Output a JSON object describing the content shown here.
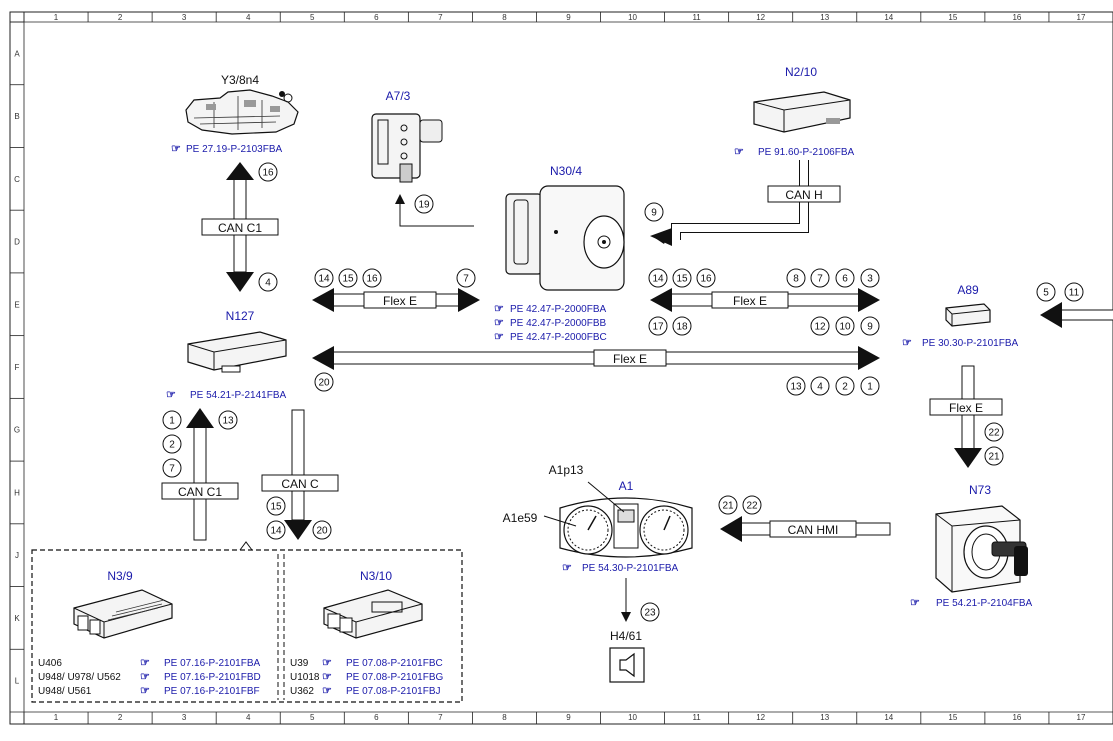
{
  "frame": {
    "columns": [
      "1",
      "2",
      "3",
      "4",
      "5",
      "6",
      "7",
      "8",
      "9",
      "10",
      "11",
      "12",
      "13",
      "14",
      "15",
      "16",
      "17"
    ],
    "rows": [
      "A",
      "B",
      "C",
      "D",
      "E",
      "F",
      "G",
      "H",
      "J",
      "K",
      "L"
    ]
  },
  "components": {
    "y3_8n4": {
      "label": "Y3/8n4",
      "ref": "PE 27.19-P-2103FBA"
    },
    "a7_3": {
      "label": "A7/3"
    },
    "n30_4": {
      "label": "N30/4",
      "refs": [
        "PE 42.47-P-2000FBA",
        "PE 42.47-P-2000FBB",
        "PE 42.47-P-2000FBC"
      ]
    },
    "n2_10": {
      "label": "N2/10",
      "ref": "PE 91.60-P-2106FBA"
    },
    "a89": {
      "label": "A89",
      "ref": "PE 30.30-P-2101FBA"
    },
    "n127": {
      "label": "N127",
      "ref": "PE 54.21-P-2141FBA"
    },
    "n73": {
      "label": "N73",
      "ref": "PE 54.21-P-2104FBA"
    },
    "a1": {
      "label": "A1",
      "sub1": "A1p13",
      "sub2": "A1e59",
      "ref": "PE 54.30-P-2101FBA"
    },
    "h4_61": {
      "label": "H4/61"
    },
    "n3_9": {
      "label": "N3/9",
      "variants": [
        {
          "code": "U406",
          "ref": "PE 07.16-P-2101FBA"
        },
        {
          "code": "U948/ U978/ U562",
          "ref": "PE 07.16-P-2101FBD"
        },
        {
          "code": "U948/ U561",
          "ref": "PE 07.16-P-2101FBF"
        }
      ]
    },
    "n3_10": {
      "label": "N3/10",
      "variants": [
        {
          "code": "U39",
          "ref": "PE 07.08-P-2101FBC"
        },
        {
          "code": "U1018",
          "ref": "PE 07.08-P-2101FBG"
        },
        {
          "code": "U362",
          "ref": "PE 07.08-P-2101FBJ"
        }
      ]
    }
  },
  "buses": {
    "can_c1_top": "CAN C1",
    "can_c1_bottom": "CAN C1",
    "can_c": "CAN C",
    "can_h": "CAN H",
    "can_hmi": "CAN HMI",
    "flex_e_1": "Flex E",
    "flex_e_2": "Flex E",
    "flex_e_3": "Flex E",
    "flex_e_4": "Flex E"
  },
  "circles": {
    "c16a": "16",
    "c4a": "4",
    "c19": "19",
    "c9a": "9",
    "c14a": "14",
    "c15a": "15",
    "c16b": "16",
    "c7a": "7",
    "c14b": "14",
    "c15b": "15",
    "c16c": "16",
    "c8": "8",
    "c7b": "7",
    "c6": "6",
    "c3": "3",
    "c17": "17",
    "c18": "18",
    "c12": "12",
    "c10": "10",
    "c9b": "9",
    "c5": "5",
    "c11": "11",
    "c20a": "20",
    "c13a": "13",
    "c4b": "4",
    "c2a": "2",
    "c1a": "1",
    "c1b": "1",
    "c13b": "13",
    "c2b": "2",
    "c7c": "7",
    "c15c": "15",
    "c14c": "14",
    "c20b": "20",
    "c22a": "22",
    "c21a": "21",
    "c21b": "21",
    "c22b": "22",
    "c23": "23"
  }
}
